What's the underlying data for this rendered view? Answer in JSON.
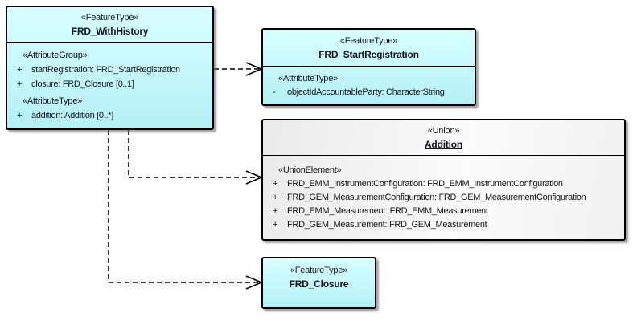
{
  "classes": {
    "frd_with_history": {
      "stereotype": "«FeatureType»",
      "name": "FRD_WithHistory",
      "sections": [
        {
          "stereotype": "«AttributeGroup»",
          "rows": [
            {
              "vis": "+",
              "text": "startRegistration: FRD_StartRegistration"
            },
            {
              "vis": "+",
              "text": "closure: FRD_Closure [0..1]"
            }
          ]
        },
        {
          "stereotype": "«AttributeType»",
          "rows": [
            {
              "vis": "+",
              "text": "addition: Addition [0..*]"
            }
          ]
        }
      ]
    },
    "frd_start_registration": {
      "stereotype": "«FeatureType»",
      "name": "FRD_StartRegistration",
      "sections": [
        {
          "stereotype": "«AttributeType»",
          "rows": [
            {
              "vis": "-",
              "text": "objectIdAccountableParty: CharacterString"
            }
          ]
        }
      ]
    },
    "addition": {
      "stereotype": "«Union»",
      "name": "Addition",
      "sections": [
        {
          "stereotype": "«UnionElement»",
          "rows": [
            {
              "vis": "+",
              "text": "FRD_EMM_InstrumentConfiguration: FRD_EMM_InstrumentConfiguration"
            },
            {
              "vis": "+",
              "text": "FRD_GEM_MeasurementConfiguration: FRD_GEM_MeasurementConfiguration"
            },
            {
              "vis": "+",
              "text": "FRD_EMM_Measurement: FRD_EMM_Measurement"
            },
            {
              "vis": "+",
              "text": "FRD_GEM_Measurement: FRD_GEM_Measurement"
            }
          ]
        }
      ]
    },
    "frd_closure": {
      "stereotype": "«FeatureType»",
      "name": "FRD_Closure"
    }
  },
  "colors": {
    "feature_fill_top": "#d8ffff",
    "feature_fill_bottom": "#b4f0f6",
    "union_fill_left": "#eaeaea",
    "union_fill_right": "#fbfbfb",
    "border": "#000000",
    "connector": "#000000",
    "text": "#14141e"
  }
}
